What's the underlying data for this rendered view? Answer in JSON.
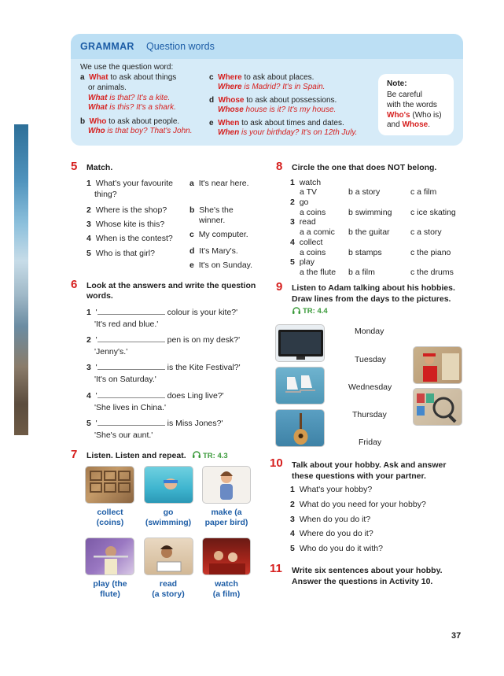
{
  "grammar": {
    "title": "GRAMMAR",
    "subtitle": "Question words",
    "intro": "We use the question word:",
    "a": {
      "letter": "a",
      "word": "What",
      "rest": " to ask about things",
      "rest2": "or animals.",
      "ex1_q": "What",
      "ex1_r": " is that? It's a kite.",
      "ex2_q": "What",
      "ex2_r": " is this? It's a shark."
    },
    "b": {
      "letter": "b",
      "word": "Who",
      "rest": " to ask about people.",
      "ex_q": "Who",
      "ex_r": " is that boy? That's John."
    },
    "c": {
      "letter": "c",
      "word": "Where",
      "rest": " to ask about places.",
      "ex_q": "Where",
      "ex_r": " is Madrid? It's in Spain."
    },
    "d": {
      "letter": "d",
      "word": "Whose",
      "rest": " to ask about possessions.",
      "ex_q": "Whose",
      "ex_r": " house is it? It's my house."
    },
    "e": {
      "letter": "e",
      "word": "When",
      "rest": " to ask about times and dates.",
      "ex_q": "When",
      "ex_r": " is your birthday? It's on 12th July."
    },
    "note": {
      "title": "Note:",
      "l1": "Be careful",
      "l2": "with the words",
      "l3a": "Who's",
      "l3b": " (Who is)",
      "l4a": "and ",
      "l4b": "Whose",
      "l4c": "."
    }
  },
  "act5": {
    "num": "5",
    "head": "Match.",
    "questions": [
      {
        "n": "1",
        "t": "What's your favourite",
        "t2": "thing?"
      },
      {
        "n": "2",
        "t": "Where is the shop?"
      },
      {
        "n": "3",
        "t": "Whose kite is this?"
      },
      {
        "n": "4",
        "t": "When is the contest?"
      },
      {
        "n": "5",
        "t": "Who is that girl?"
      }
    ],
    "answers": [
      {
        "l": "a",
        "t": "It's near here."
      },
      {
        "l": "b",
        "t": "She's the",
        "t2": "winner."
      },
      {
        "l": "c",
        "t": "My computer."
      },
      {
        "l": "d",
        "t": "It's Mary's."
      },
      {
        "l": "e",
        "t": "It's on Sunday."
      }
    ]
  },
  "act6": {
    "num": "6",
    "head1": "Look at the answers and write the question",
    "head2": "words.",
    "items": [
      {
        "n": "1",
        "q": " colour is your kite?'",
        "a": "'It's red and blue.'"
      },
      {
        "n": "2",
        "q": " pen is on my desk?'",
        "a": "'Jenny's.'"
      },
      {
        "n": "3",
        "q": " is the Kite Festival?'",
        "a": "'It's on Saturday.'"
      },
      {
        "n": "4",
        "q": " does Ling live?'",
        "a": "'She lives in China.'"
      },
      {
        "n": "5",
        "q": " is Miss Jones?'",
        "a": "'She's our aunt.'"
      }
    ]
  },
  "act7": {
    "num": "7",
    "head": "Listen. Listen and repeat.",
    "track": "TR: 4.3",
    "items": [
      {
        "l1": "collect",
        "l2": "(coins)"
      },
      {
        "l1": "go",
        "l2": "(swimming)"
      },
      {
        "l1": "make (a",
        "l2": "paper bird)"
      },
      {
        "l1": "play (the",
        "l2": "flute)"
      },
      {
        "l1": "read",
        "l2": "(a story)"
      },
      {
        "l1": "watch",
        "l2": "(a film)"
      }
    ]
  },
  "act8": {
    "num": "8",
    "head": "Circle the one that does NOT belong.",
    "items": [
      {
        "n": "1",
        "w": "watch",
        "a": "a  TV",
        "b": "b  a story",
        "c": "c  a film"
      },
      {
        "n": "2",
        "w": "go",
        "a": "a  coins",
        "b": "b  swimming",
        "c": "c  ice skating"
      },
      {
        "n": "3",
        "w": "read",
        "a": "a  a comic",
        "b": "b  the guitar",
        "c": "c  a story"
      },
      {
        "n": "4",
        "w": "collect",
        "a": "a  coins",
        "b": "b  stamps",
        "c": "c  the piano"
      },
      {
        "n": "5",
        "w": "play",
        "a": "a  the flute",
        "b": "b  a film",
        "c": "c  the drums"
      }
    ]
  },
  "act9": {
    "num": "9",
    "head1": "Listen to Adam talking about his hobbies.",
    "head2": "Draw lines from the days to the pictures.",
    "track": "TR: 4.4",
    "days": [
      "Monday",
      "Tuesday",
      "Wednesday",
      "Thursday",
      "Friday"
    ]
  },
  "act10": {
    "num": "10",
    "head1": "Talk about your hobby. Ask and answer",
    "head2": "these questions with your partner.",
    "items": [
      {
        "n": "1",
        "t": "What's your hobby?"
      },
      {
        "n": "2",
        "t": "What do you need for your hobby?"
      },
      {
        "n": "3",
        "t": "When do you do it?"
      },
      {
        "n": "4",
        "t": "Where do you do it?"
      },
      {
        "n": "5",
        "t": "Who do you do it with?"
      }
    ]
  },
  "act11": {
    "num": "11",
    "head1": "Write six sentences about your hobby.",
    "head2": "Answer the questions in Activity 10."
  },
  "page_number": "37",
  "colors": {
    "accent_red": "#d6201f",
    "accent_blue": "#1d5da6",
    "box_blue": "#d6ebf8"
  }
}
